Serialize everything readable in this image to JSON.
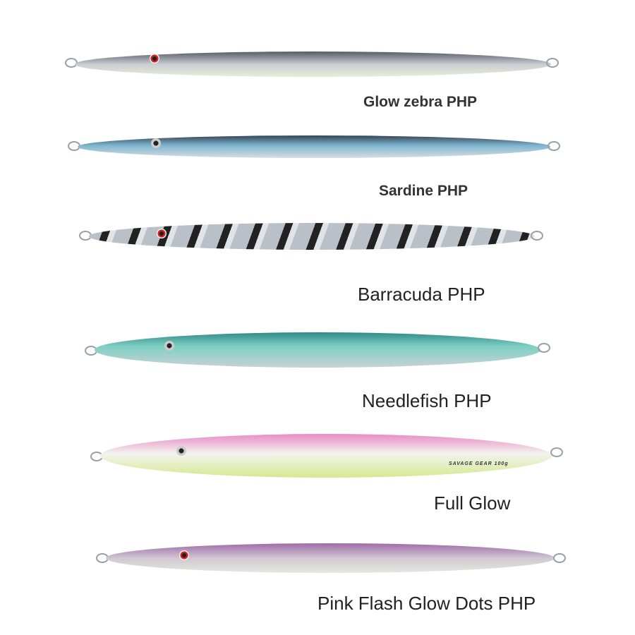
{
  "lures": [
    {
      "name": "Glow zebra PHP",
      "colors": [
        "#555b66",
        "#c9cdd2",
        "#e8eed8"
      ]
    },
    {
      "name": "Sardine PHP",
      "colors": [
        "#334455",
        "#7fb6d0",
        "#d7dde2"
      ]
    },
    {
      "name": "Barracuda PHP",
      "colors": [
        "#222",
        "#b9c0c8",
        "#e0e4e8"
      ]
    },
    {
      "name": "Needlefish PHP",
      "colors": [
        "#2f8a88",
        "#7fd0c4",
        "#c9d0d6"
      ]
    },
    {
      "name": "Full Glow",
      "colors": [
        "#e98bc6",
        "#f3f3ee",
        "#d5e98f"
      ],
      "brand": "SAVAGE GEAR 100g"
    },
    {
      "name": "Pink Flash Glow Dots PHP",
      "colors": [
        "#a06aa8",
        "#cfc7d2",
        "#e5e8e0"
      ]
    }
  ]
}
